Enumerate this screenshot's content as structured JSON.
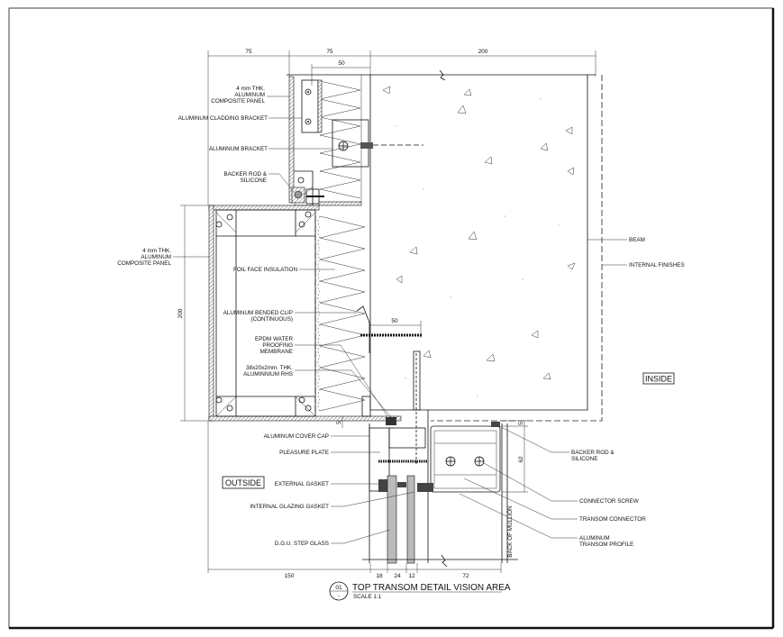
{
  "dimensions": {
    "top": [
      "75",
      "75",
      "200"
    ],
    "top_inner": "50",
    "left": "200",
    "clip": "50",
    "gap_left": "5",
    "gap_right": "5",
    "transom_depth": "62",
    "bottom": [
      "150",
      "18",
      "24",
      "12",
      "72"
    ]
  },
  "labels": {
    "panel_top": [
      "4 mm THK.",
      "ALUMINUM",
      "COMPOSITE PANEL"
    ],
    "cladding_bracket": "ALUMINUM CLADDING BRACKET",
    "aluminum_bracket": "ALUMINUM BRACKET",
    "backer_rod_top": [
      "BACKER ROD &",
      "SILICONE"
    ],
    "panel_left": [
      "4 mm THK.",
      "ALUMINUM",
      "COMPOSITE PANEL"
    ],
    "insulation": "FOIL FACE INSULATION",
    "bended_clip": [
      "ALUMINUM BENDED CLIP",
      "(CONTINUOUS)"
    ],
    "epdm": [
      "EPDM WATER",
      "PROOFING",
      "MEMBRANE"
    ],
    "rhs": [
      "38x20x2mm. THK.",
      "ALUMINNIUM RHS"
    ],
    "cover_cap": "ALUMINUM COVER CAP",
    "pressure_plate": "PLEASURE PLATE",
    "external_gasket": "EXTERNAL GASKET",
    "internal_gasket": "INTERNAL GLAZING GASKET",
    "glass": "D.G.U. STEP GLASS",
    "beam": "BEAM",
    "internal_finishes": "INTERNAL FINISHES",
    "backer_rod_right": [
      "BACKER ROD &",
      "SILICONE"
    ],
    "connector_screw": "CONNECTOR SCREW",
    "transom_connector": "TRANSOM CONNECTOR",
    "transom_profile": [
      "ALUMINUM",
      "TRANSOM PROFILE"
    ],
    "back_of_mullion": "BACK OF MULLION"
  },
  "zones": {
    "outside": "OUTSIDE",
    "inside": "INSIDE"
  },
  "title": {
    "number": "01",
    "sheet": "-",
    "text": "TOP TRANSOM DETAIL VISION AREA",
    "scale": "SCALE 1:1"
  }
}
